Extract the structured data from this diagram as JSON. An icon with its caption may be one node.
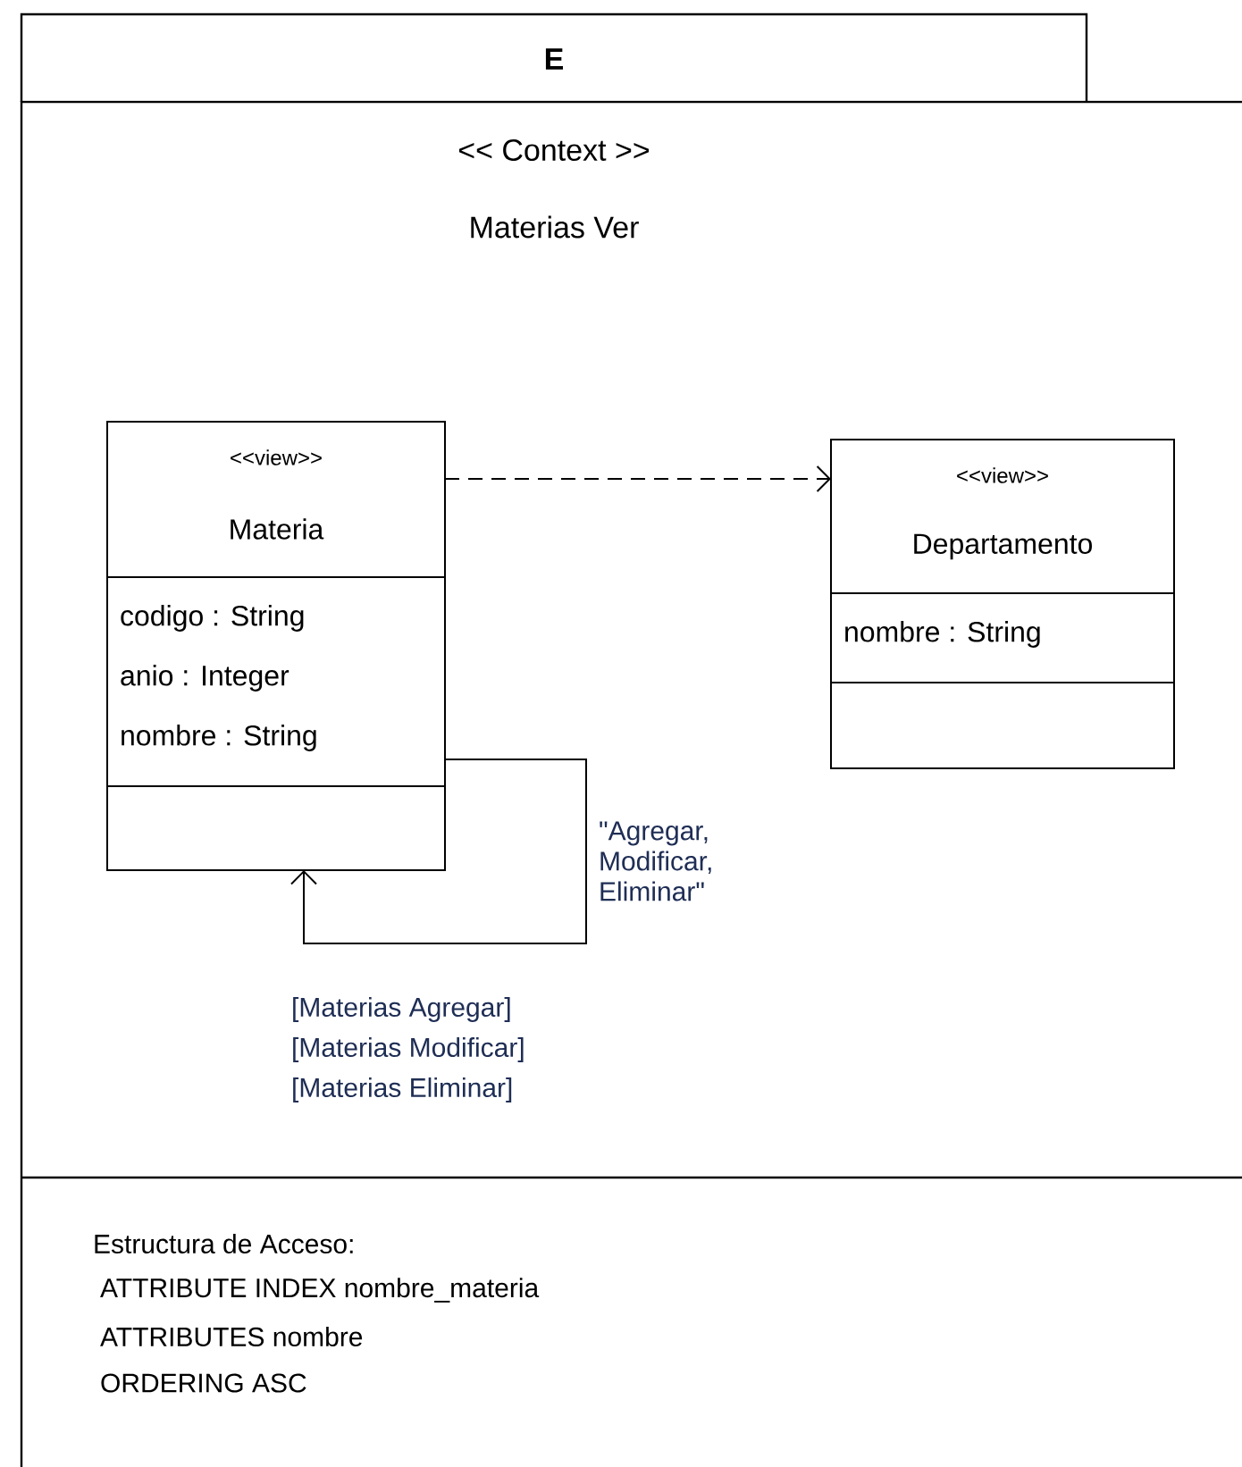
{
  "diagram": {
    "nodes": [
      {
        "text": [
          "E",
          "<< Context >>",
          "Materias Ver"
        ]
      },
      {
        "text": [
          "<<view>>",
          "Materia",
          "codigo : String",
          "anio : Integer",
          "nombre : String"
        ],
        "in": 0
      },
      {
        "text": [
          "<<view>>",
          "Departamento",
          "nombre : String"
        ],
        "in": 0
      },
      {
        "text": [
          "Estructura de Acceso:",
          "ATTRIBUTE INDEX nombre_materia",
          "ATTRIBUTES nombre",
          "ORDERING ASC"
        ],
        "in": 0
      }
    ],
    "edges": [
      {
        "from": 1,
        "to": 2,
        "arrow": "to",
        "style": "dashed"
      },
      {
        "from": 1,
        "to": 1,
        "arrow": "to",
        "label": "\"Agregar, Modificar, Eliminar\""
      }
    ],
    "labels": [
      "[Materias Agregar]",
      "[Materias Modificar]",
      "[Materias Eliminar]"
    ]
  }
}
